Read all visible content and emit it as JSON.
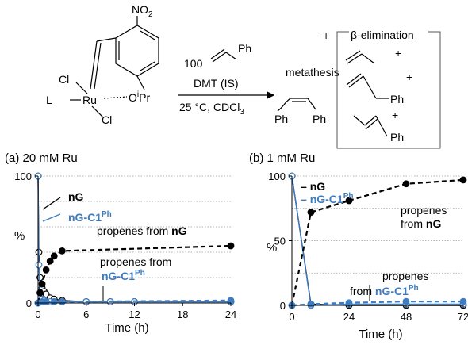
{
  "scheme": {
    "nitro": "NO",
    "nitro_sub": "2",
    "cl_top": "Cl",
    "l": "L",
    "ru": "Ru",
    "oxy": "O",
    "ipr_i": "i",
    "ipr_pr": "Pr",
    "cl_bottom": "Cl",
    "equiv": "100",
    "ph_styrene": "Ph",
    "reagent": "DMT (IS)",
    "conditions": "25 °C, CDCl",
    "conditions_sub": "3",
    "metathesis": "metathesis",
    "ph_left": "Ph",
    "ph_right": "Ph",
    "plus_lead": "+",
    "beta_elimination": "β-elimination",
    "plus_1": "+",
    "plus_2": "+",
    "plus_3": "+",
    "ph_allyl": "Ph",
    "ph_propenyl": "Ph"
  },
  "colors": {
    "ng": "#000000",
    "ngc1": "#3e7bbf",
    "grid": "#9a9a9a"
  },
  "chart_data": [
    {
      "type": "line",
      "title": "(a) 20 mM Ru",
      "xlabel": "Time (h)",
      "ylabel": "%",
      "xlim": [
        0,
        24
      ],
      "ylim": [
        0,
        100
      ],
      "xticks": [
        0,
        6,
        12,
        18,
        24
      ],
      "yticks": [
        0,
        100
      ],
      "grid": true,
      "legend_position": "upper-left",
      "legend": [
        {
          "label": "nG",
          "sup": "",
          "color": "#000000"
        },
        {
          "label": "nG-C1",
          "sup": "Ph",
          "color": "#3e7bbf"
        }
      ],
      "annotations": [
        {
          "text": "propenes from ",
          "bold": "nG",
          "sup": "",
          "color_key": "ng"
        },
        {
          "text": "propenes from",
          "bold": "",
          "sup": "",
          "color_key": "ng"
        },
        {
          "text": "",
          "bold": "nG-C1",
          "sup": "Ph",
          "color_key": "ngc1"
        }
      ],
      "series": [
        {
          "name": "nG",
          "color": "#000000",
          "marker": "open",
          "dash": "solid",
          "x": [
            0,
            0.1,
            0.25,
            0.5,
            0.75,
            1,
            1.5,
            2,
            3,
            6,
            9,
            12,
            24
          ],
          "y": [
            100,
            40,
            20,
            12,
            9,
            7,
            4,
            3,
            2,
            1,
            1,
            1,
            1
          ]
        },
        {
          "name": "nG-C1Ph",
          "color": "#3e7bbf",
          "marker": "open",
          "dash": "solid",
          "x": [
            0,
            0.1,
            0.25,
            0.5,
            0.75,
            1,
            1.5,
            2,
            3,
            6,
            9,
            12,
            24
          ],
          "y": [
            100,
            30,
            8,
            3,
            2,
            1,
            1,
            1,
            1,
            1,
            1,
            1,
            1
          ]
        },
        {
          "name": "propenes from nG",
          "color": "#000000",
          "marker": "filled",
          "dash": "dashed",
          "x": [
            0,
            0.25,
            0.5,
            1,
            1.5,
            2,
            3,
            24
          ],
          "y": [
            0,
            8,
            15,
            26,
            33,
            37,
            41,
            45
          ]
        },
        {
          "name": "propenes from nG-C1Ph",
          "color": "#3e7bbf",
          "marker": "filled",
          "dash": "dashed",
          "x": [
            0,
            0.5,
            1,
            2,
            3,
            24
          ],
          "y": [
            0,
            1,
            1,
            1,
            1,
            2
          ]
        }
      ]
    },
    {
      "type": "line",
      "title": "(b) 1 mM Ru",
      "xlabel": "Time (h)",
      "ylabel": "%",
      "xlim": [
        0,
        72
      ],
      "ylim": [
        0,
        100
      ],
      "xticks": [
        0,
        24,
        48,
        72
      ],
      "yticks": [
        0,
        50,
        100
      ],
      "grid": true,
      "legend_position": "upper-left",
      "legend": [
        {
          "label": "nG",
          "sup": "",
          "color": "#000000"
        },
        {
          "label": "nG-C1",
          "sup": "Ph",
          "color": "#3e7bbf"
        }
      ],
      "annotations": [
        {
          "text": "propenes",
          "bold": "",
          "sup": "",
          "color_key": "ng"
        },
        {
          "text": "from ",
          "bold": "nG",
          "sup": "",
          "color_key": "ng"
        },
        {
          "text": "propenes",
          "bold": "",
          "sup": "",
          "color_key": "ng"
        },
        {
          "text": "from ",
          "bold": "nG-C1",
          "sup": "Ph",
          "color_key": "ngc1"
        }
      ],
      "series": [
        {
          "name": "nG",
          "color": "#000000",
          "marker": "open",
          "dash": "solid",
          "x": [
            0,
            8,
            24,
            48,
            72
          ],
          "y": [
            100,
            1,
            0,
            0,
            0
          ]
        },
        {
          "name": "nG-C1Ph",
          "color": "#3e7bbf",
          "marker": "open",
          "dash": "solid",
          "x": [
            0,
            8,
            24,
            48,
            72
          ],
          "y": [
            100,
            0,
            1,
            1,
            1
          ]
        },
        {
          "name": "propenes from nG",
          "color": "#000000",
          "marker": "filled",
          "dash": "dashed",
          "x": [
            0,
            8,
            24,
            48,
            72
          ],
          "y": [
            0,
            72,
            81,
            94,
            97
          ]
        },
        {
          "name": "propenes from nG-C1Ph",
          "color": "#3e7bbf",
          "marker": "filled",
          "dash": "dashed",
          "x": [
            0,
            8,
            24,
            48,
            72
          ],
          "y": [
            0,
            1,
            2,
            3,
            3
          ]
        }
      ]
    }
  ]
}
